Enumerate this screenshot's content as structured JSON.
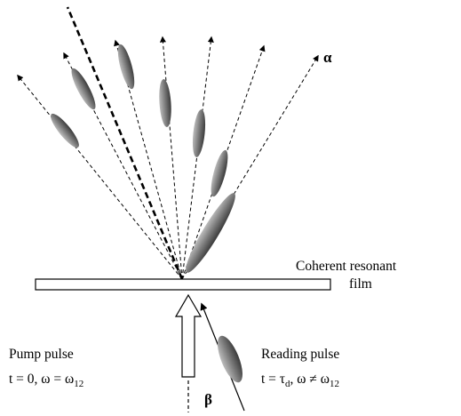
{
  "labels": {
    "alpha": "α",
    "beta": "β",
    "film_line1": "Coherent resonant",
    "film_line2": "film",
    "pump_title": "Pump pulse",
    "pump_cond_prefix": "t = 0,  ω = ω",
    "pump_cond_sub": "12",
    "reading_title": "Reading pulse",
    "reading_cond_t": "t = τ",
    "reading_cond_t_sub": "d",
    "reading_cond_rest": ",  ω ≠ ω",
    "reading_cond_sub": "12"
  },
  "colors": {
    "ink": "#000000",
    "pulse_light": "#bdbdbd",
    "pulse_mid": "#7a7a7a",
    "pulse_dark": "#3a3a3a",
    "film_fill": "#ffffff"
  }
}
